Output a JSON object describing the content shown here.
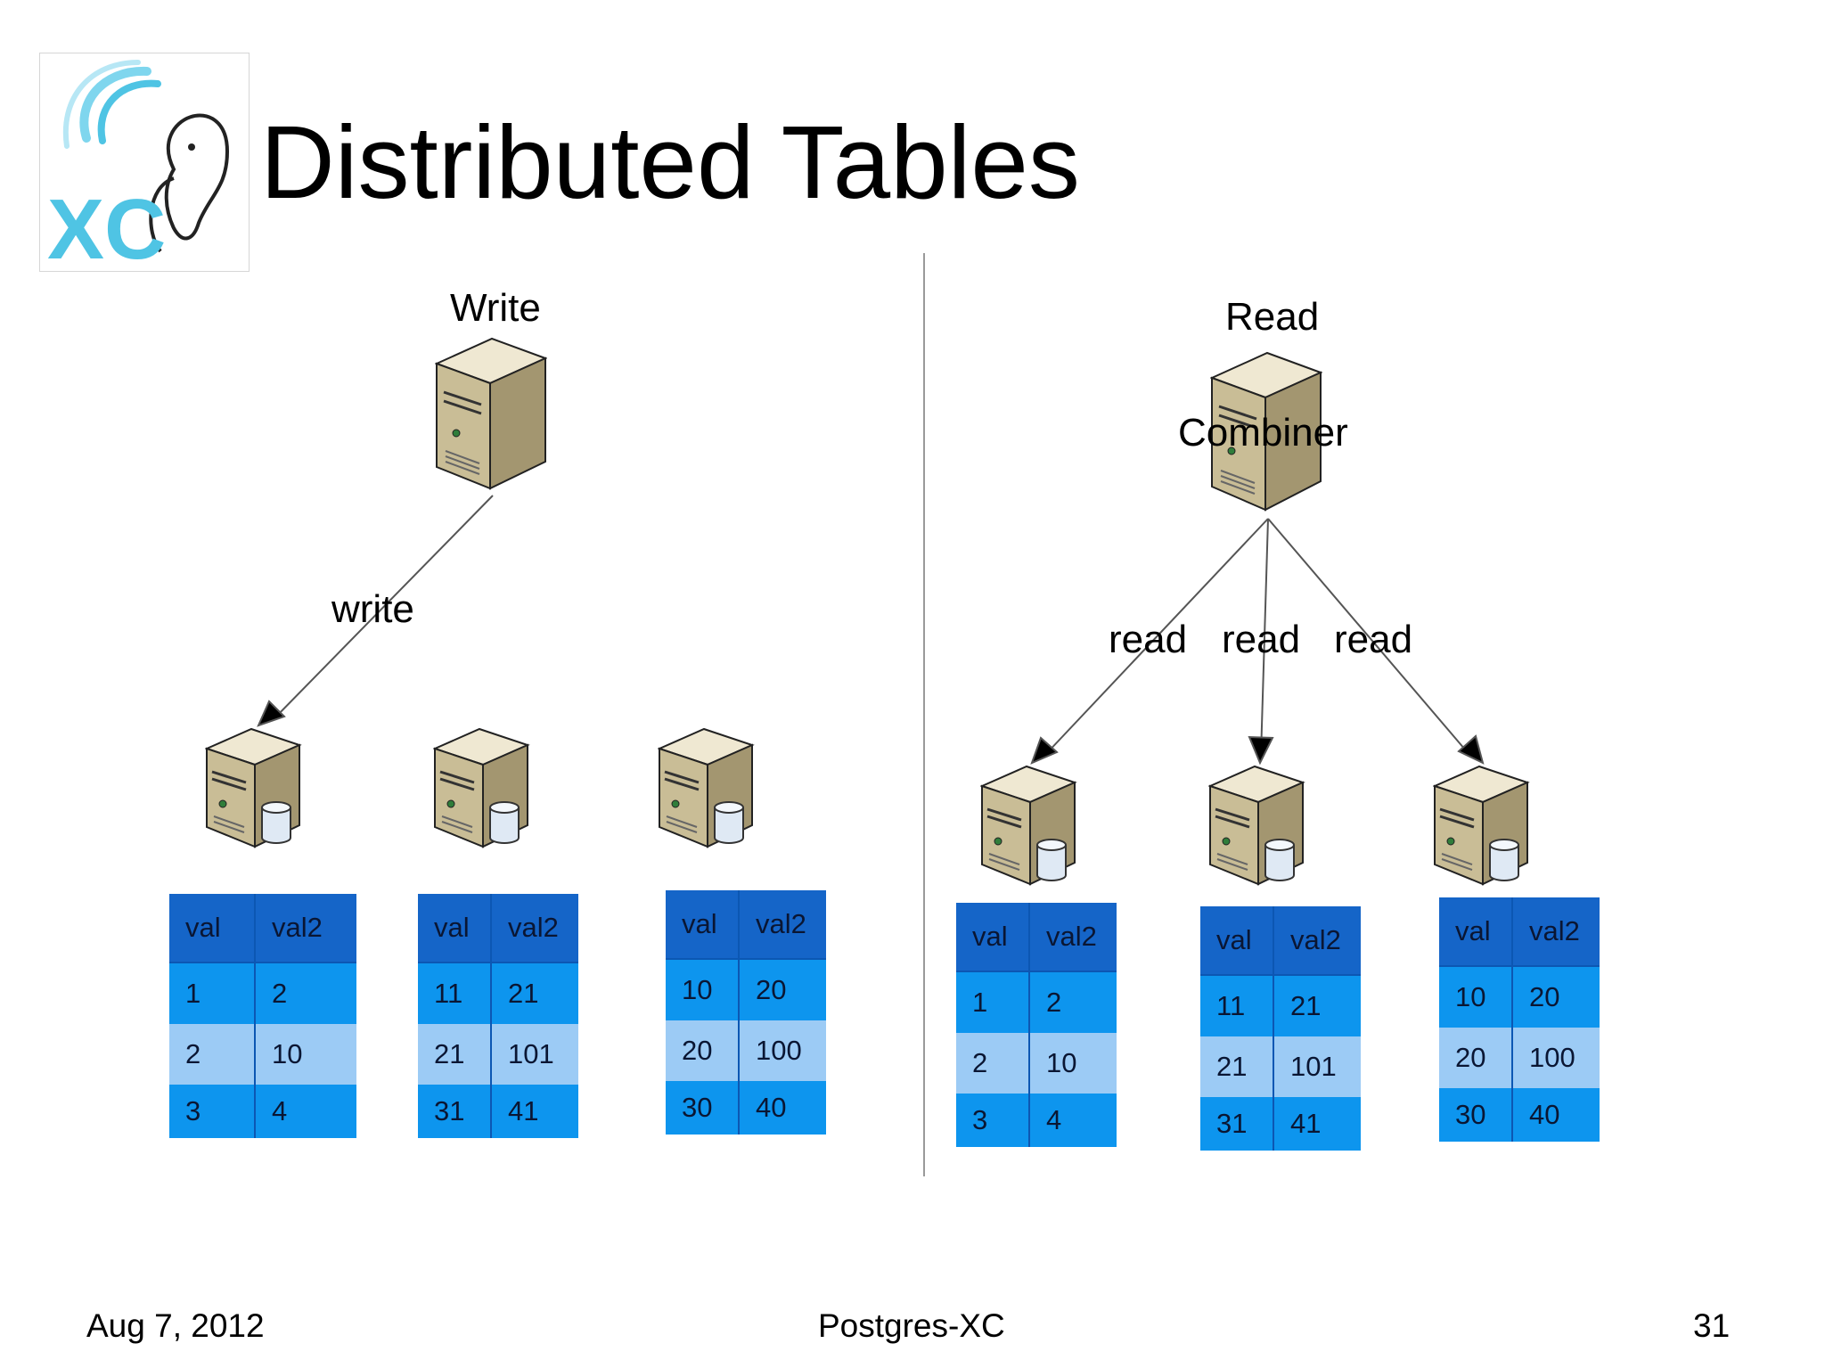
{
  "slide": {
    "title": "Distributed Tables",
    "logo_text": "XC",
    "footer_left": "Aug 7, 2012",
    "footer_center": "Postgres-XC",
    "footer_right": "31"
  },
  "write_side": {
    "heading": "Write",
    "edge_label": "write",
    "tables": [
      {
        "headers": [
          "val",
          "val2"
        ],
        "rows": [
          [
            "1",
            "2"
          ],
          [
            "2",
            "10"
          ],
          [
            "3",
            "4"
          ]
        ]
      },
      {
        "headers": [
          "val",
          "val2"
        ],
        "rows": [
          [
            "11",
            "21"
          ],
          [
            "21",
            "101"
          ],
          [
            "31",
            "41"
          ]
        ]
      },
      {
        "headers": [
          "val",
          "val2"
        ],
        "rows": [
          [
            "10",
            "20"
          ],
          [
            "20",
            "100"
          ],
          [
            "30",
            "40"
          ]
        ]
      }
    ]
  },
  "read_side": {
    "heading": "Read",
    "coordinator_label": "Combiner",
    "edge_labels": [
      "read",
      "read",
      "read"
    ],
    "tables": [
      {
        "headers": [
          "val",
          "val2"
        ],
        "rows": [
          [
            "1",
            "2"
          ],
          [
            "2",
            "10"
          ],
          [
            "3",
            "4"
          ]
        ]
      },
      {
        "headers": [
          "val",
          "val2"
        ],
        "rows": [
          [
            "11",
            "21"
          ],
          [
            "21",
            "101"
          ],
          [
            "31",
            "41"
          ]
        ]
      },
      {
        "headers": [
          "val",
          "val2"
        ],
        "rows": [
          [
            "10",
            "20"
          ],
          [
            "20",
            "100"
          ],
          [
            "30",
            "40"
          ]
        ]
      }
    ]
  },
  "colors": {
    "table_header": "#1565c8",
    "table_row_dark": "#0d95ee",
    "table_row_light": "#9ccbf5",
    "server_body": "#d8cdaa",
    "logo_accent": "#4fc4e4"
  },
  "icons": [
    "server-icon",
    "database-server-icon",
    "postgres-xc-logo"
  ]
}
